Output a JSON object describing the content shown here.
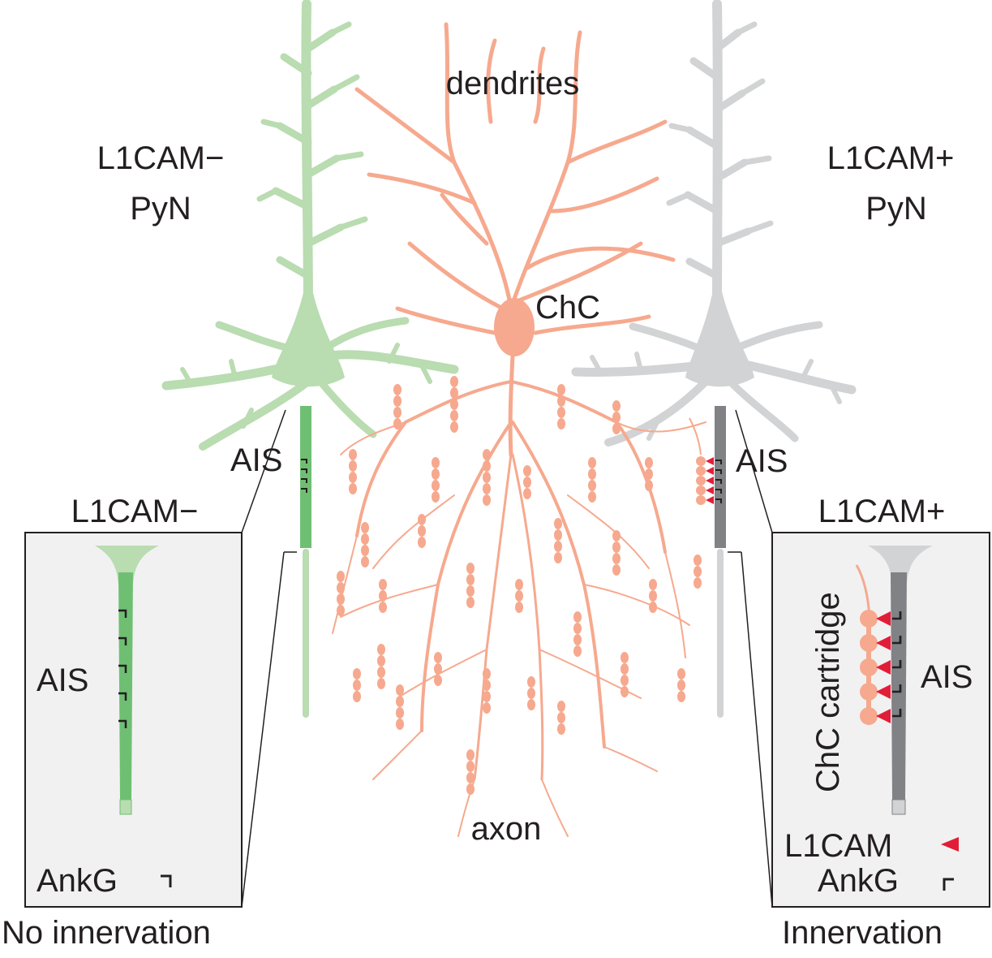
{
  "labels": {
    "dendrites": "dendrites",
    "axon": "axon",
    "chc": "ChC",
    "left_neuron_line1": "L1CAM−",
    "left_neuron_line2": "PyN",
    "right_neuron_line1": "L1CAM+",
    "right_neuron_line2": "PyN",
    "ais_left": "AIS",
    "ais_right": "AIS"
  },
  "left_panel": {
    "title": "L1CAM−",
    "ais_label": "AIS",
    "legend_ankg": "AnkG",
    "caption": "No innervation"
  },
  "right_panel": {
    "title": "L1CAM+",
    "cartridge_label": "ChC cartridge",
    "ais_label": "AIS",
    "legend_l1cam": "L1CAM",
    "legend_ankg": "AnkG",
    "caption": "Innervation"
  },
  "colors": {
    "green_light": "#b9dcb1",
    "green_dark": "#6fbf73",
    "gray_light": "#d1d3d4",
    "gray_dark": "#808285",
    "chc": "#f6a98e",
    "l1cam_red": "#e21d38",
    "panel_bg": "#f1f1f2"
  }
}
